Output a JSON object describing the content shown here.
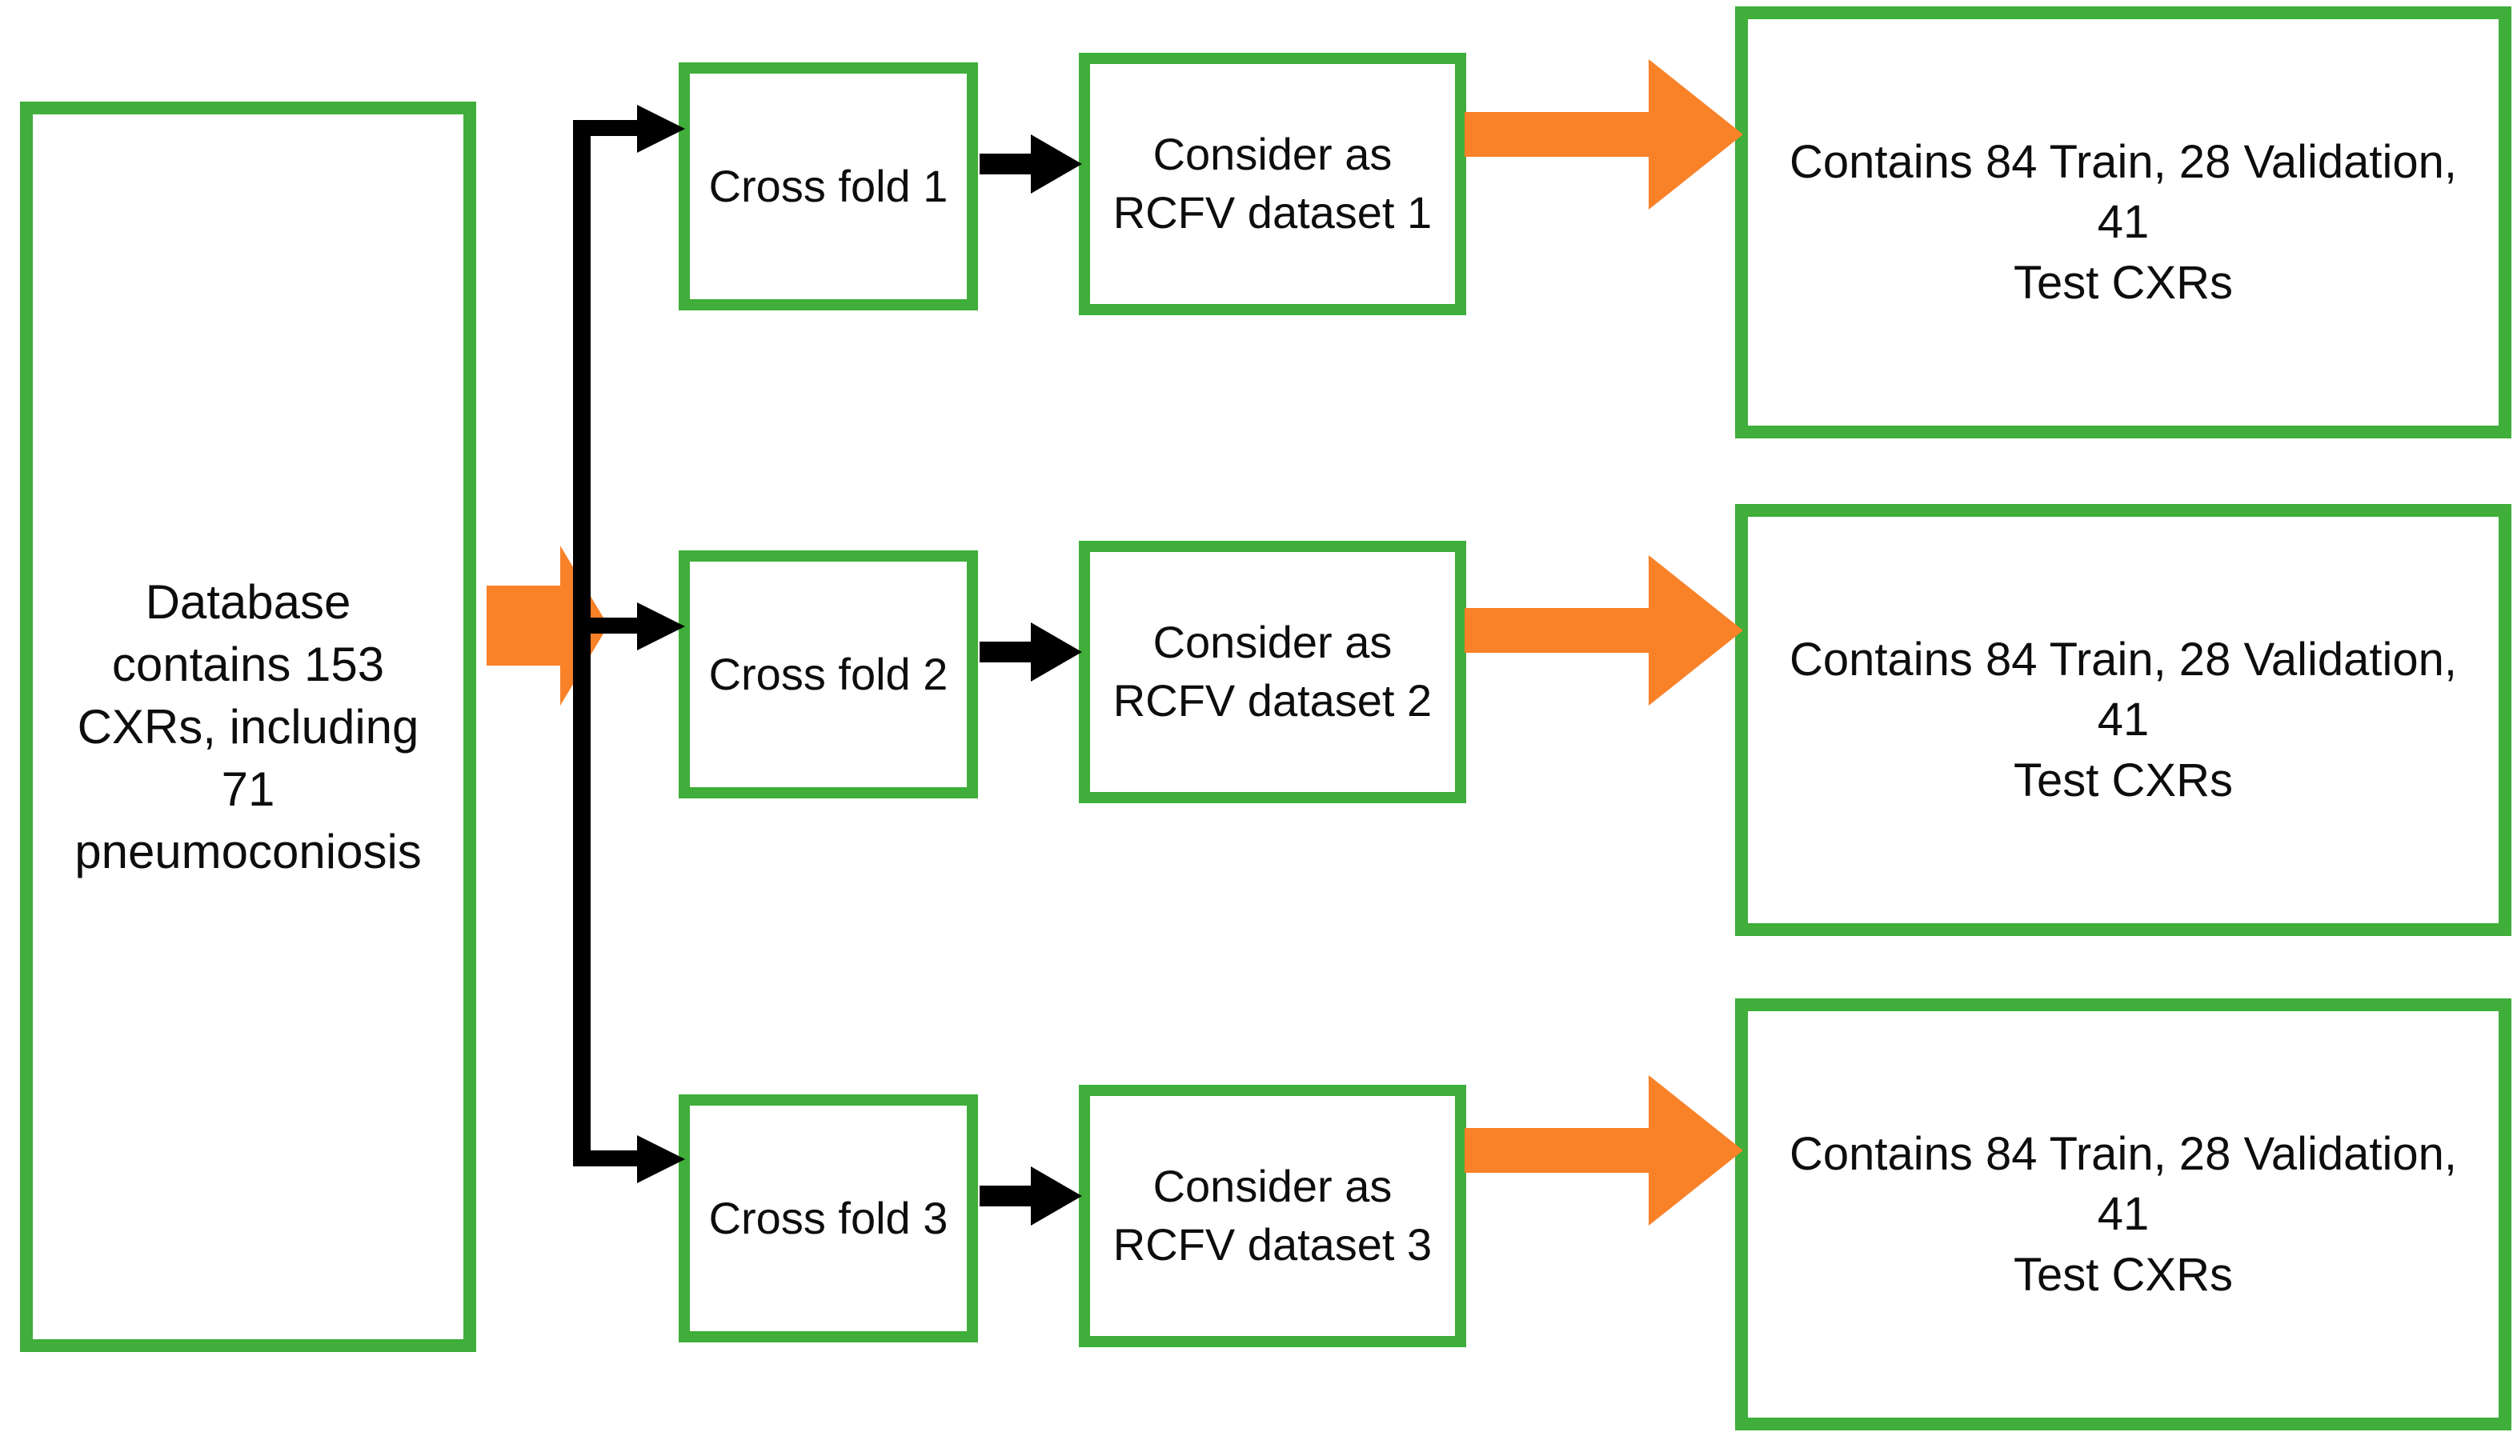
{
  "diagram": {
    "title": "RCFV cross-fold dataset preparation flowchart",
    "colors": {
      "box_border_green": "#3FAE3A",
      "block_arrow_orange": "#F98128",
      "connector_black": "#000000",
      "background": "#FFFFFF",
      "text": "#0D0D0D"
    },
    "source": {
      "label": "Database\ncontains 153\nCXRs, including\n71\npneumoconiosis"
    },
    "split_arrow": {
      "name": "orange-split-arrow",
      "direction": "right"
    },
    "branches": [
      {
        "fold_label": "Cross fold 1",
        "dataset_label": "Consider as\nRCFV dataset 1",
        "result_label": "Contains 84 Train, 28 Validation, 41\nTest CXRs",
        "connector_label": "",
        "block_arrow_label": ""
      },
      {
        "fold_label": "Cross fold 2",
        "dataset_label": "Consider as\nRCFV dataset 2",
        "result_label": "Contains 84 Train, 28 Validation, 41\nTest CXRs",
        "connector_label": "",
        "block_arrow_label": ""
      },
      {
        "fold_label": "Cross fold 3",
        "dataset_label": "Consider as\nRCFV dataset 3",
        "result_label": "Contains 84 Train, 28 Validation, 41\nTest CXRs",
        "connector_label": "",
        "block_arrow_label": ""
      }
    ]
  }
}
